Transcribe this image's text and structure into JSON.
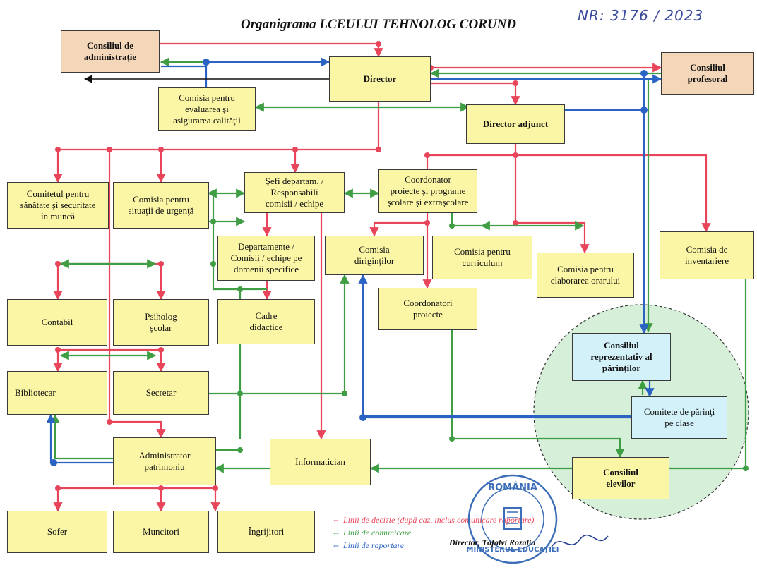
{
  "title": "Organigrama LCEULUI TEHNOLOG CORUND",
  "registration_note": "NR: 3176 / 2023",
  "colors": {
    "decision": "#e8455a",
    "communication": "#3f9e44",
    "reporting": "#2b63c5",
    "box_fill": "#fbf6a5",
    "box_peach": "#f3d7b8",
    "box_blue": "#d3f1f8",
    "circle_fill": "#d6efd8"
  },
  "boxes": {
    "consiliul_administratie": "Consiliul de\nadministrație",
    "director": "Director",
    "consiliul_profesoral": "Consiliul\nprofesoral",
    "comisia_evaluare": "Comisia pentru\nevaluarea şi\nasigurarea calităţii",
    "director_adjunct": "Director adjunct",
    "comitetul_sanatate": "Comitetul pentru\nsănătate şi securitate\nîn muncă",
    "comisia_urgenta": "Comisia pentru\nsituaţii de urgenţă",
    "sefi_departam": "Şefi departam. /\nResponsabili\ncomisii / echipe",
    "coordonator_proiecte_programe": "Coordonator\nproiecte şi programe\nşcolare şi extraşcolare",
    "departamente": "Departamente /\nComisii / echipe pe\ndomenii specifice",
    "comisia_dirigintilor": "Comisia\ndiriginţilor",
    "comisia_curriculum": "Comisia pentru\ncurriculum",
    "comisia_orar": "Comisia pentru\nelaborarea orarului",
    "comisia_inventariere": "Comisia de\ninventariere",
    "contabil": "Contabil",
    "psiholog": "Psiholog\nşcolar",
    "cadre_didactice": "Cadre\ndidactice",
    "coordonatori_proiecte": "Coordonatori\nproiecte",
    "consiliul_parinti": "Consiliul\nreprezentativ al\npărinţilor",
    "bibliotecar": "Bibliotecar",
    "secretar": "Secretar",
    "comitete_parinti": "Comitete de părinţi\npe clase",
    "administrator": "Administrator\npatrimoniu",
    "informatician": "Informatician",
    "consiliul_elevilor": "Consiliul\nelevilor",
    "sofer": "Sofer",
    "muncitori": "Muncitori",
    "ingrijitori": "Îngrijitori"
  },
  "legend": [
    {
      "symbol": "⇔",
      "label": "Linii de decizie (după caz, inclus comunicare raportare)",
      "type": "decision"
    },
    {
      "symbol": "⇔",
      "label": "Linii de comunicare",
      "type": "communication"
    },
    {
      "symbol": "⇔",
      "label": "Linii de raportare",
      "type": "reporting"
    }
  ],
  "signature": "Director, Tófalvi Rozália",
  "stamp": {
    "top_text": "ROMÂNIA",
    "bottom_text": "MINISTERUL EDUCAŢIEI"
  }
}
